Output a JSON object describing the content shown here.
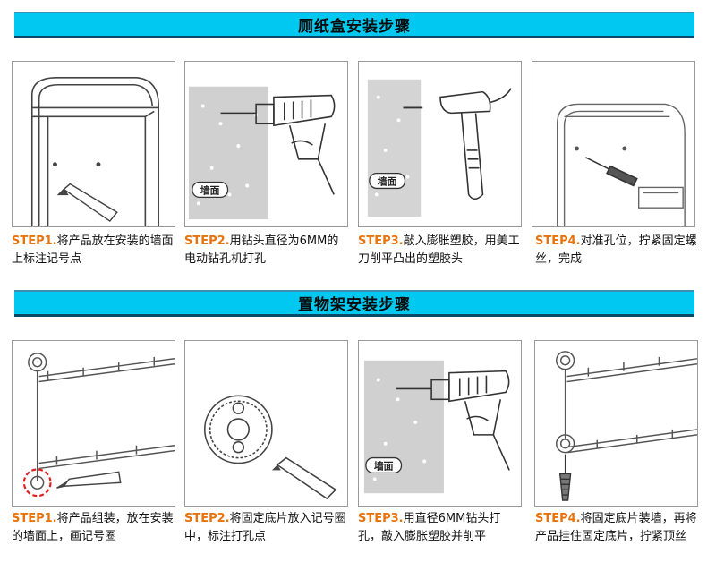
{
  "section1": {
    "title": "厕纸盒安装步骤",
    "steps": [
      {
        "label": "STEP1.",
        "text": "将产品放在安装的墙面上标注记号点"
      },
      {
        "label": "STEP2.",
        "text": "用钻头直径为6MM的电动钻孔机打孔",
        "tag": "墙面"
      },
      {
        "label": "STEP3.",
        "text": "敲入膨胀塑胶，用美工刀削平凸出的塑胶头",
        "tag": "墙面"
      },
      {
        "label": "STEP4.",
        "text": "对准孔位，拧紧固定螺丝，完成"
      }
    ]
  },
  "section2": {
    "title": "置物架安装步骤",
    "steps": [
      {
        "label": "STEP1.",
        "text": "将产品组装，放在安装的墙面上，画记号圈"
      },
      {
        "label": "STEP2.",
        "text": "将固定底片放入记号圈中，标注打孔点"
      },
      {
        "label": "STEP3.",
        "text": "用直径6MM钻头打孔，敲入膨胀塑胶并削平",
        "tag": "墙面"
      },
      {
        "label": "STEP4.",
        "text": "将固定底片装墙，再将产品挂住固定底片，拧紧顶丝"
      }
    ]
  },
  "colors": {
    "banner": "#00c8f0",
    "step_label": "#e8730c",
    "marker_red": "#e02020"
  }
}
